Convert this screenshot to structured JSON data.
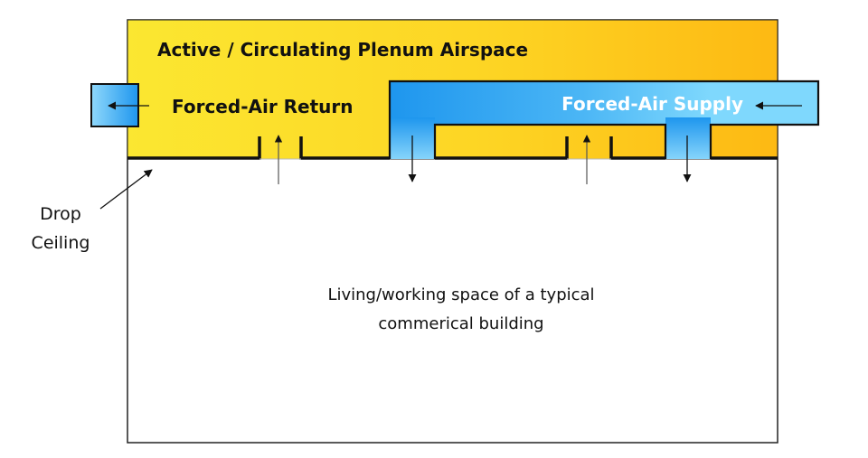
{
  "labels": {
    "plenum_title": "Active / Circulating Plenum Airspace",
    "return_label": "Forced-Air Return",
    "supply_label": "Forced-Air Supply",
    "drop_ceiling_line1": "Drop",
    "drop_ceiling_line2": "Ceiling",
    "space_line1": "Living/working space of a typical",
    "space_line2": "commerical building"
  },
  "colors": {
    "plenum_left": "#fbe731",
    "plenum_right": "#fdb913",
    "duct_dark": "#1e96ee",
    "duct_light": "#7fd8fd",
    "outline": "#111111",
    "supply_text": "#ffffff",
    "text": "#111111"
  }
}
